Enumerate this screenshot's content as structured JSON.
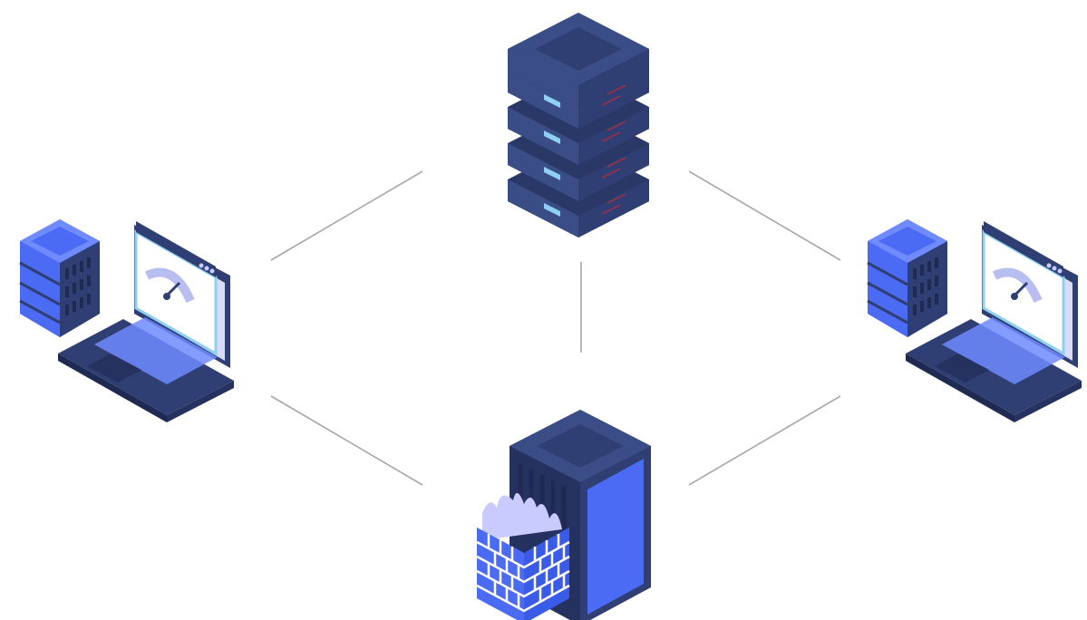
{
  "diagram": {
    "nodes": [
      {
        "id": "server-stack",
        "icon": "server-stack-icon"
      },
      {
        "id": "left-client",
        "icon": "laptop-with-database-icon"
      },
      {
        "id": "right-client",
        "icon": "laptop-with-database-icon"
      },
      {
        "id": "firewall-server",
        "icon": "firewall-server-icon"
      }
    ],
    "edges": [
      {
        "from": "server-stack",
        "to": "left-client"
      },
      {
        "from": "server-stack",
        "to": "right-client"
      },
      {
        "from": "server-stack",
        "to": "firewall-server"
      },
      {
        "from": "left-client",
        "to": "firewall-server"
      },
      {
        "from": "right-client",
        "to": "firewall-server"
      }
    ],
    "colors": {
      "navy": "#2f3f73",
      "navy_dark": "#1f2a52",
      "navy_light": "#3b4d86",
      "blue": "#4b6bf5",
      "blue_light": "#6f8bff",
      "sky": "#8fd0f2",
      "red_led": "#c8293b",
      "line": "#a7a7a7",
      "flame": "#c9cbff"
    }
  }
}
